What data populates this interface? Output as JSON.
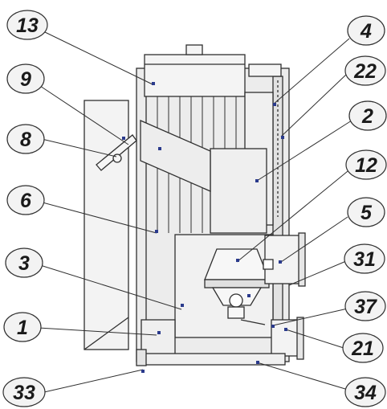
{
  "diagram": {
    "colors": {
      "body": "#ebebeb",
      "body_light": "#f5f5f5",
      "stroke": "#2f2f2f",
      "marker": "#2a3a8c",
      "label_fill": "#f3f3f3"
    },
    "labels": [
      {
        "id": "13",
        "text": "13"
      },
      {
        "id": "9",
        "text": "9"
      },
      {
        "id": "8",
        "text": "8"
      },
      {
        "id": "6",
        "text": "6"
      },
      {
        "id": "3",
        "text": "3"
      },
      {
        "id": "1",
        "text": "1"
      },
      {
        "id": "33",
        "text": "33"
      },
      {
        "id": "4",
        "text": "4"
      },
      {
        "id": "22",
        "text": "22"
      },
      {
        "id": "2",
        "text": "2"
      },
      {
        "id": "12",
        "text": "12"
      },
      {
        "id": "5",
        "text": "5"
      },
      {
        "id": "31",
        "text": "31"
      },
      {
        "id": "37",
        "text": "37"
      },
      {
        "id": "21",
        "text": "21"
      },
      {
        "id": "34",
        "text": "34"
      }
    ]
  }
}
